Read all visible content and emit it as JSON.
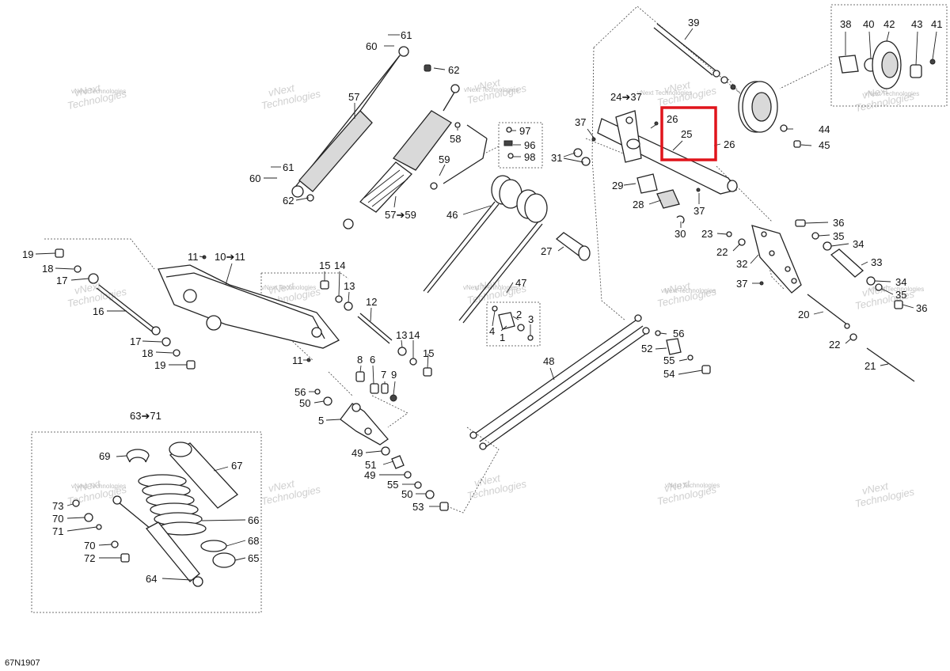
{
  "diagram_code": "67N1907",
  "highlight_color": "#e0141b",
  "watermark": {
    "line1": "vNext",
    "line2": "Technologies",
    "small": "vNext Technologies"
  },
  "labels": {
    "l39": "39",
    "l38": "38",
    "l40": "40",
    "l42": "42",
    "l43": "43",
    "l41": "41",
    "l61a": "61",
    "l60a": "60",
    "l62a": "62",
    "l24": "24➔37",
    "l26a": "26",
    "l25": "25",
    "l26b": "26",
    "l37a": "37",
    "l44": "44",
    "l45": "45",
    "l57": "57",
    "l58": "58",
    "l97": "97",
    "l96": "96",
    "l98": "98",
    "l31": "31",
    "l29": "29",
    "l28": "28",
    "l37b": "37",
    "l30": "30",
    "l61b": "61",
    "l60b": "60",
    "l62b": "62",
    "l59": "59",
    "l5759": "57➔59",
    "l46": "46",
    "l27": "27",
    "l36a": "36",
    "l35a": "35",
    "l34a": "34",
    "l33": "33",
    "l34b": "34",
    "l35b": "35",
    "l36b": "36",
    "l23": "23",
    "l22a": "22",
    "l32": "32",
    "l37c": "37",
    "l20": "20",
    "l22b": "22",
    "l21": "21",
    "l19a": "19",
    "l18a": "18",
    "l17a": "17",
    "l16": "16",
    "l17b": "17",
    "l18b": "18",
    "l19b": "19",
    "l11a": "11",
    "l1011": "10➔11",
    "l11b": "11",
    "l15a": "15",
    "l14a": "14",
    "l13a": "13",
    "l12": "12",
    "l13b": "13",
    "l14b": "14",
    "l15b": "15",
    "l47": "47",
    "l4": "4",
    "l2": "2",
    "l3": "3",
    "l1": "1",
    "l56a": "56",
    "l52": "52",
    "l55a": "55",
    "l54": "54",
    "l8": "8",
    "l6": "6",
    "l7": "7",
    "l9": "9",
    "l56b": "56",
    "l50a": "50",
    "l5": "5",
    "l48": "48",
    "l49a": "49",
    "l51": "51",
    "l49b": "49",
    "l55b": "55",
    "l50b": "50",
    "l53": "53",
    "l6371": "63➔71",
    "l69": "69",
    "l67": "67",
    "l73": "73",
    "l70a": "70",
    "l71": "71",
    "l66": "66",
    "l70b": "70",
    "l68": "68",
    "l72": "72",
    "l65": "65",
    "l64": "64"
  }
}
